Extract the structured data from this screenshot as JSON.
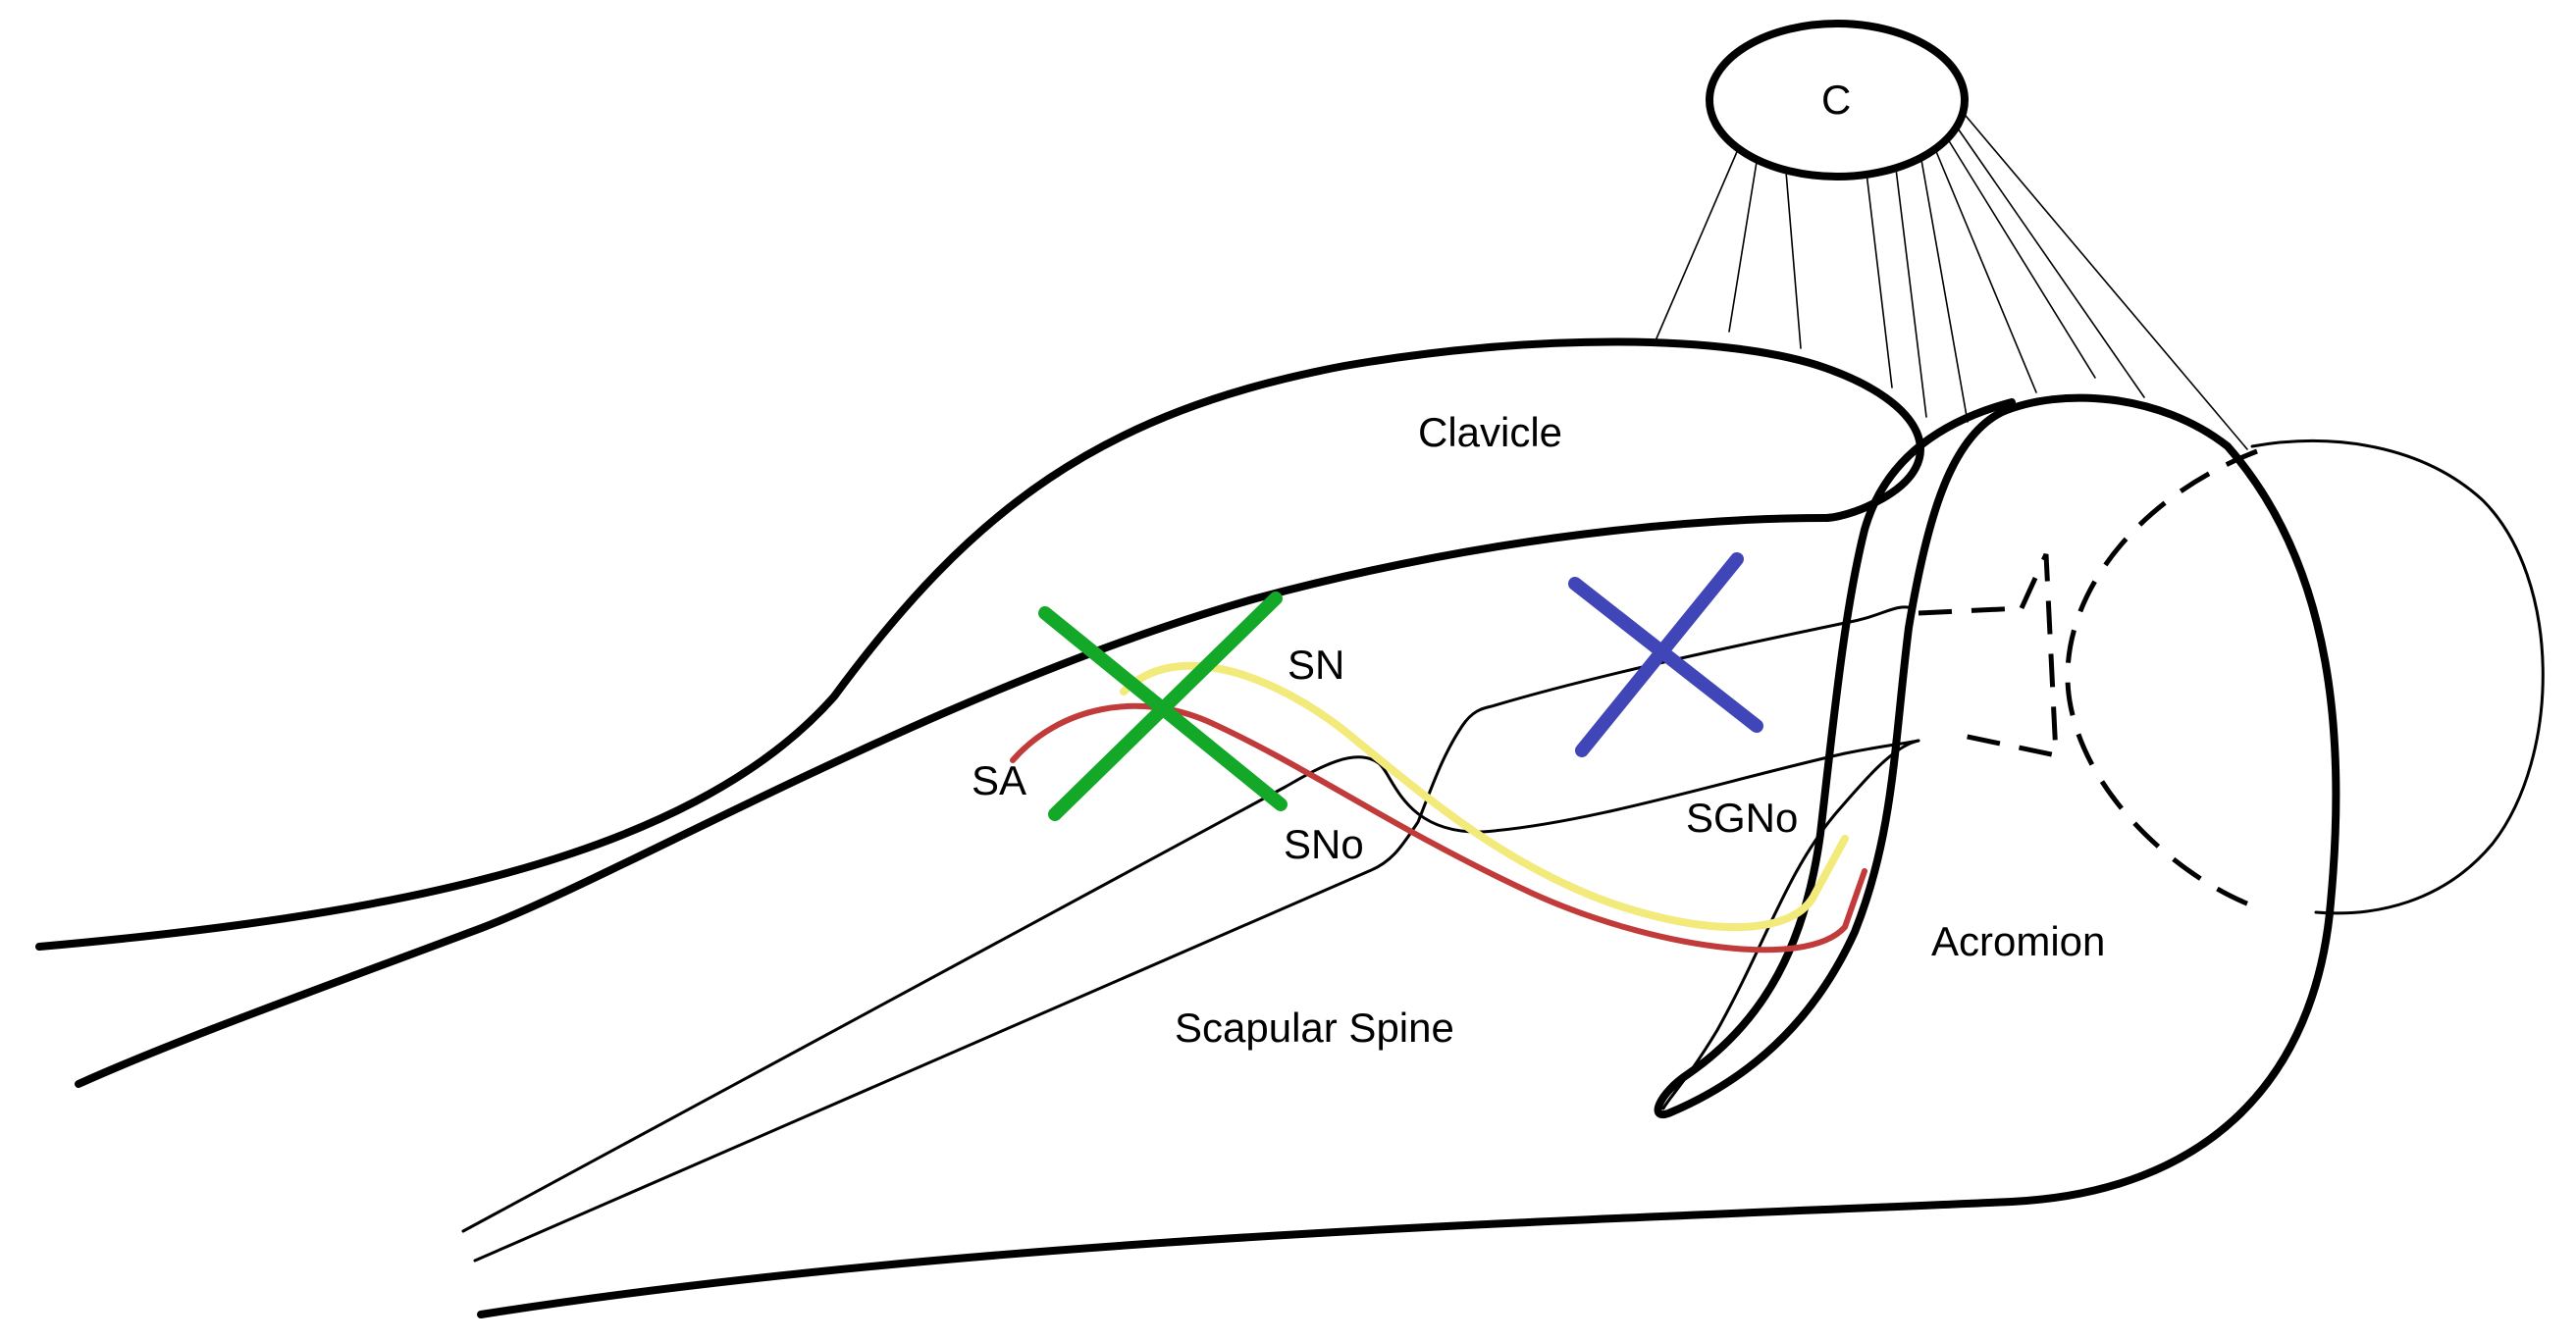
{
  "labels": {
    "c": "C",
    "clavicle": "Clavicle",
    "sn": "SN",
    "sa": "SA",
    "sno": "SNo",
    "sgno": "SGNo",
    "acromion": "Acromion",
    "scapular_spine": "Scapular Spine"
  },
  "colors": {
    "outline": "#000000",
    "nerve": "#f2ea7a",
    "artery": "#c23b3b",
    "green_marker": "#14a829",
    "blue_marker": "#4046b8"
  }
}
